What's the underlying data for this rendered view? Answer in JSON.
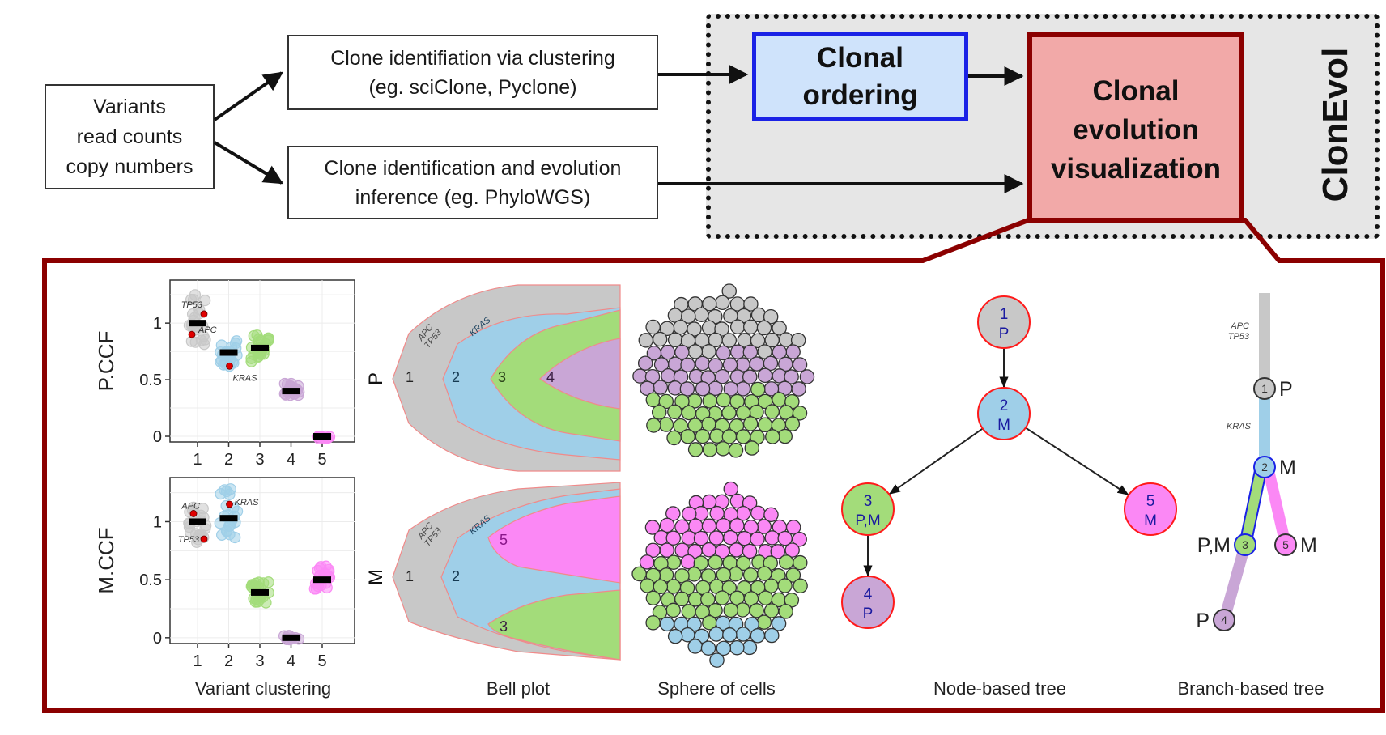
{
  "pipeline": {
    "input_box": "Variants\nread counts\ncopy numbers",
    "clustering_box": "Clone identifiation via clustering\n(eg. sciClone, Pyclone)",
    "evolution_box": "Clone identification and evolution\ninference (eg. PhyloWGS)",
    "ordering_box": "Clonal\nordering",
    "visualization_box": "Clonal\nevolution\nvisualization",
    "tool_name": "ClonEvol"
  },
  "colors": {
    "frame": "#8b0000",
    "ordering_border": "#1a22e6",
    "ordering_fill": "#cfe3fb",
    "visual_fill": "#f2a9a8",
    "clone1": "#c8c8c8",
    "clone2": "#9fcfe8",
    "clone3": "#a3dc7a",
    "clone4": "#c9a6d6",
    "clone5": "#fb88f5",
    "driver": "#e00000",
    "node_border": "#ff1a1a",
    "node_text": "#1a1aa0"
  },
  "captions": {
    "clustering": "Variant clustering",
    "bell": "Bell plot",
    "sphere": "Sphere of cells",
    "node_tree": "Node-based tree",
    "branch_tree": "Branch-based tree"
  },
  "clustering_plots": [
    {
      "ylabel": "P.CCF",
      "yticks": [
        "0",
        "0.5",
        "1"
      ],
      "xticks": [
        "1",
        "2",
        "3",
        "4",
        "5"
      ],
      "clusters": [
        {
          "id": 1,
          "mean": 1.0,
          "min": 0.8,
          "max": 1.25
        },
        {
          "id": 2,
          "mean": 0.74,
          "min": 0.6,
          "max": 0.88
        },
        {
          "id": 3,
          "mean": 0.78,
          "min": 0.65,
          "max": 0.9
        },
        {
          "id": 4,
          "mean": 0.4,
          "min": 0.35,
          "max": 0.47
        },
        {
          "id": 5,
          "mean": 0.0,
          "min": -0.02,
          "max": 0.02
        }
      ],
      "drivers": [
        {
          "gene": "TP53",
          "cluster": 1,
          "value": 1.08
        },
        {
          "gene": "APC",
          "cluster": 1,
          "value": 0.9
        },
        {
          "gene": "KRAS",
          "cluster": 2,
          "value": 0.62
        }
      ]
    },
    {
      "ylabel": "M.CCF",
      "yticks": [
        "0",
        "0.5",
        "1"
      ],
      "xticks": [
        "1",
        "2",
        "3",
        "4",
        "5"
      ],
      "clusters": [
        {
          "id": 1,
          "mean": 1.0,
          "min": 0.82,
          "max": 1.18
        },
        {
          "id": 2,
          "mean": 1.03,
          "min": 0.82,
          "max": 1.3
        },
        {
          "id": 3,
          "mean": 0.39,
          "min": 0.3,
          "max": 0.48
        },
        {
          "id": 4,
          "mean": 0.0,
          "min": -0.02,
          "max": 0.02
        },
        {
          "id": 5,
          "mean": 0.5,
          "min": 0.42,
          "max": 0.62
        }
      ],
      "drivers": [
        {
          "gene": "APC",
          "cluster": 1,
          "value": 1.07
        },
        {
          "gene": "TP53",
          "cluster": 1,
          "value": 0.85
        },
        {
          "gene": "KRAS",
          "cluster": 2,
          "value": 1.15
        }
      ]
    }
  ],
  "bell_plots": [
    {
      "sample": "P",
      "clone_labels": [
        "1",
        "2",
        "3",
        "4"
      ],
      "annotations": [
        "APC\nTP53",
        "KRAS"
      ]
    },
    {
      "sample": "M",
      "clone_labels": [
        "1",
        "2",
        "5",
        "3"
      ],
      "annotations": [
        "APC\nTP53",
        "KRAS"
      ]
    }
  ],
  "spheres": [
    {
      "sample": "P",
      "composition": [
        {
          "clone": 1,
          "share": 0.3
        },
        {
          "clone": 4,
          "share": 0.33
        },
        {
          "clone": 3,
          "share": 0.37
        }
      ]
    },
    {
      "sample": "M",
      "composition": [
        {
          "clone": 5,
          "share": 0.38
        },
        {
          "clone": 3,
          "share": 0.45
        },
        {
          "clone": 2,
          "share": 0.17
        }
      ]
    }
  ],
  "node_tree": {
    "nodes": [
      {
        "id": "1",
        "samples": "P",
        "clone": 1
      },
      {
        "id": "2",
        "samples": "M",
        "clone": 2
      },
      {
        "id": "3",
        "samples": "P,M",
        "clone": 3
      },
      {
        "id": "5",
        "samples": "M",
        "clone": 5
      },
      {
        "id": "4",
        "samples": "P",
        "clone": 4
      }
    ],
    "edges": [
      [
        "1",
        "2"
      ],
      [
        "2",
        "3"
      ],
      [
        "2",
        "5"
      ],
      [
        "3",
        "4"
      ]
    ]
  },
  "branch_tree": {
    "nodes": [
      {
        "id": "1",
        "samples": "P"
      },
      {
        "id": "2",
        "samples": "M"
      },
      {
        "id": "3",
        "samples": "P,M"
      },
      {
        "id": "5",
        "samples": "M"
      },
      {
        "id": "4",
        "samples": "P"
      }
    ],
    "branch_annotations": [
      {
        "branch": "1",
        "text": "APC\nTP53"
      },
      {
        "branch": "2",
        "text": "KRAS"
      }
    ]
  }
}
